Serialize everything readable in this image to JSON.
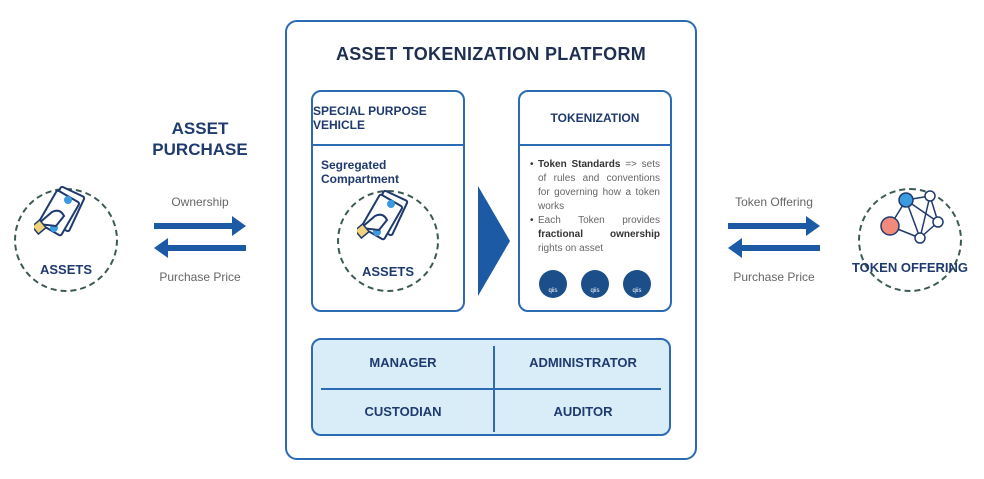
{
  "platform": {
    "title": "ASSET TOKENIZATION PLATFORM"
  },
  "spv": {
    "title": "SPECIAL PURPOSE VEHICLE",
    "subtitle": "Segregated Compartment",
    "asset_label": "ASSETS"
  },
  "tokenization": {
    "title": "TOKENIZATION",
    "bullets": [
      {
        "bold": "Token Standards",
        "text": " => sets of rules and conventions for governing how a token works"
      },
      {
        "pre": "Each Token provides ",
        "bold": "fractional ownership",
        "text": " rights on asset"
      }
    ],
    "logos": [
      "qiis",
      "qiis",
      "qiis"
    ]
  },
  "roles": [
    "MANAGER",
    "ADMINISTRATOR",
    "CUSTODIAN",
    "AUDITOR"
  ],
  "left": {
    "heading_line1": "ASSET",
    "heading_line2": "PURCHASE",
    "asset_label": "ASSETS",
    "arrow_right_label": "Ownership",
    "arrow_left_label": "Purchase Price"
  },
  "right": {
    "arrow_right_label": "Token Offering",
    "arrow_left_label": "Purchase Price",
    "node_label": "TOKEN OFFERING"
  },
  "colors": {
    "accent": "#1c5aa6",
    "text": "#1f3a6e",
    "role_bg": "#d9edf9"
  }
}
